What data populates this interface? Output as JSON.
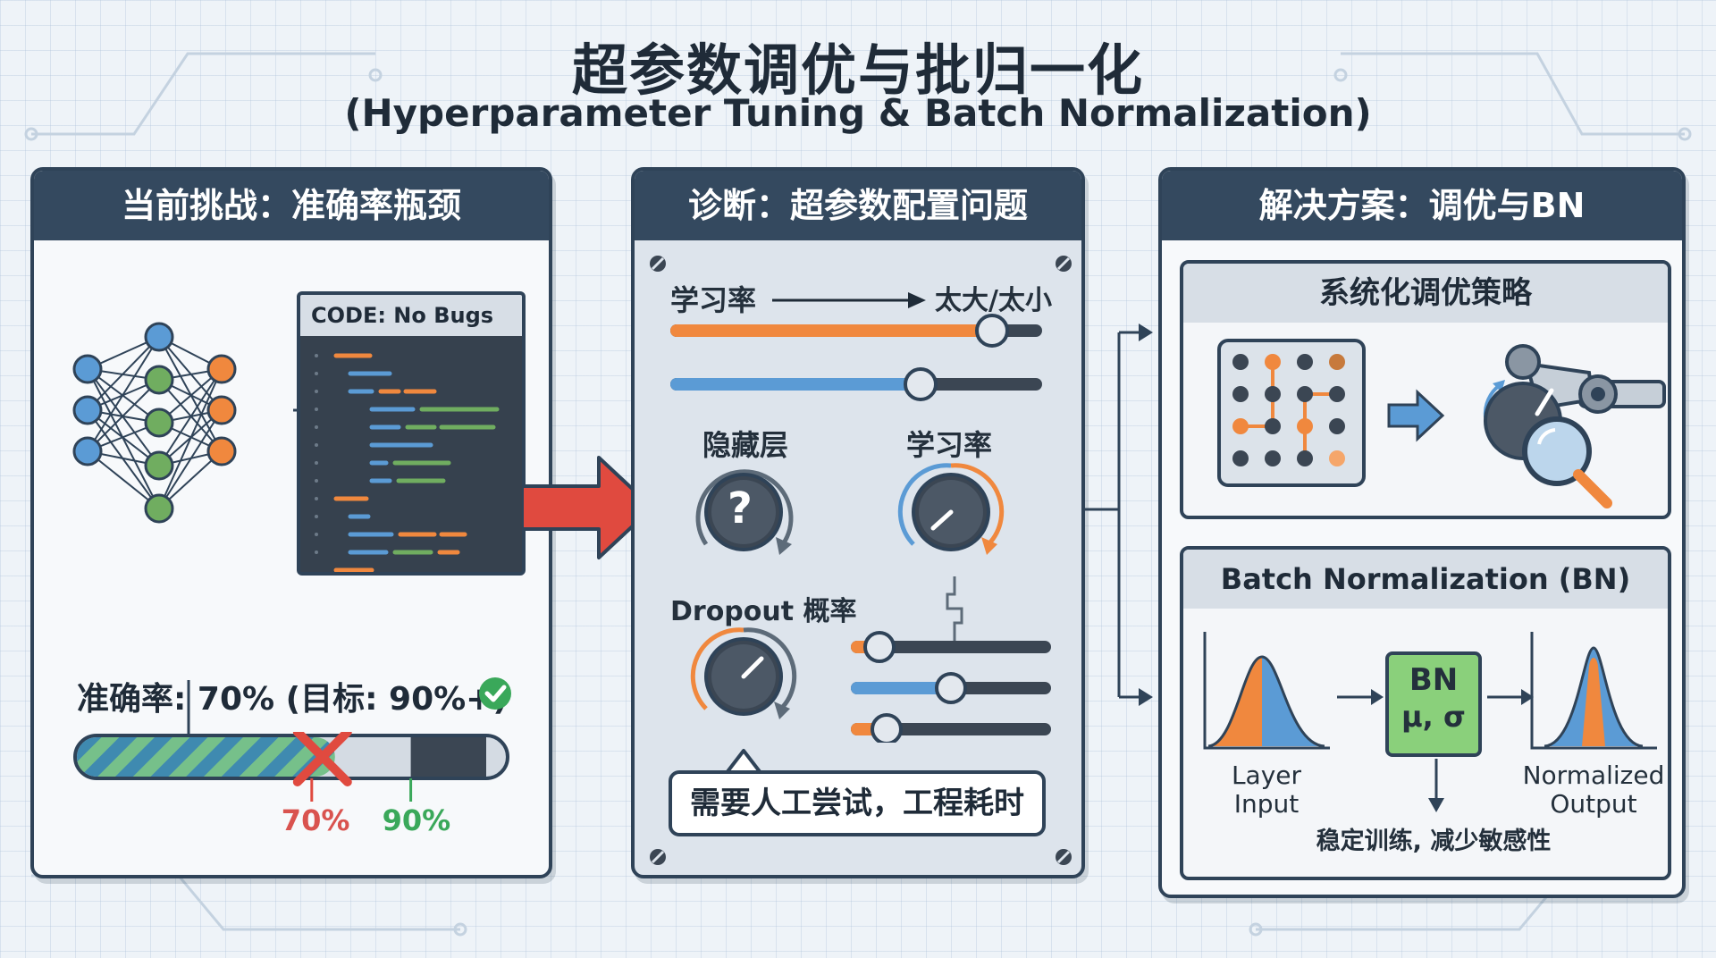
{
  "title": {
    "chinese": "超参数调优与批归一化",
    "english": "(Hyperparameter Tuning & Batch Normalization)"
  },
  "panel1": {
    "header": "当前挑战：准确率瓶颈",
    "code_label": "CODE: No Bugs",
    "accuracy_text": "准确率: 70% (目标: 90%+)",
    "current_label": "70%",
    "target_label": "90%",
    "accuracy_current": 0.7,
    "accuracy_target": 0.9
  },
  "panel2": {
    "header": "诊断：超参数配置问题",
    "lr_label": "学习率",
    "lr_result": "太大/太小",
    "knob_hidden_label": "隐藏层",
    "knob_lr_label": "学习率",
    "knob_question": "?",
    "dropout_label": "Dropout 概率",
    "speech": "需要人工尝试，工程耗时"
  },
  "panel3": {
    "header": "解决方案：调优与BN",
    "tuning_title": "系统化调优策略",
    "bn_title": "Batch Normalization (BN)",
    "bn_box_line1": "BN",
    "bn_box_line2": "μ, σ",
    "layer_input_line1": "Layer",
    "layer_input_line2": "Input",
    "normalized_line1": "Normalized",
    "normalized_line2": "Output",
    "bn_effect": "稳定训练, 减少敏感性"
  },
  "colors": {
    "dark_navy": "#2f4358",
    "orange": "#f0883e",
    "blue": "#5b9bd5",
    "green": "#70ad60",
    "red": "#e04a3f"
  }
}
